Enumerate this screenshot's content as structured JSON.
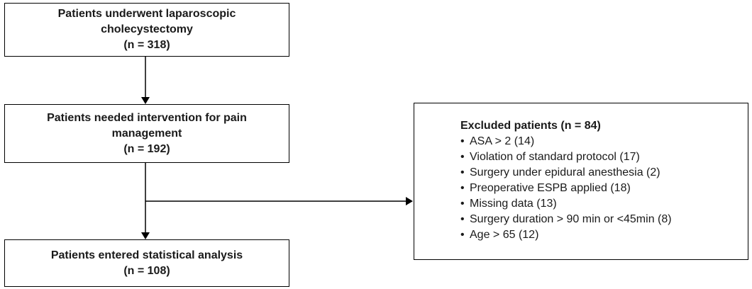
{
  "flow": {
    "box1": {
      "line1": "Patients underwent laparoscopic",
      "line2": "cholecystectomy",
      "line3": "(n = 318)"
    },
    "box2": {
      "line1": "Patients needed intervention for pain",
      "line2": "management",
      "line3": "(n = 192)"
    },
    "box3": {
      "line1": "Patients entered statistical analysis",
      "line2": "(n = 108)"
    },
    "excluded": {
      "title": "Excluded patients (n = 84)",
      "bullet": "•",
      "items": [
        "ASA > 2 (14)",
        "Violation of standard protocol (17)",
        "Surgery under epidural anesthesia (2)",
        "Preoperative ESPB applied (18)",
        "Missing data (13)",
        "Surgery duration > 90 min or <45min (8)",
        "Age > 65 (12)"
      ]
    }
  },
  "colors": {
    "background": "#ffffff",
    "border": "#000000",
    "text": "#1a1a1a",
    "arrow": "#000000"
  }
}
